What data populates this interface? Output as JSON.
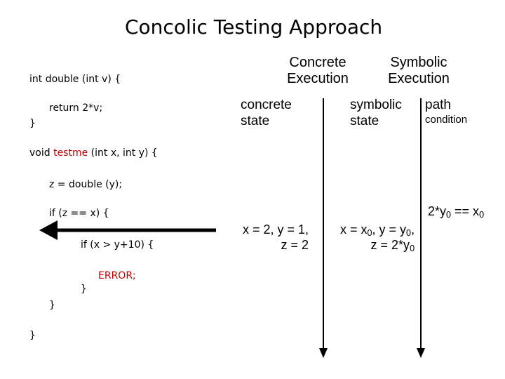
{
  "slide": {
    "title": "Concolic Testing Approach"
  },
  "code": {
    "double_sig": "int double (int v) {",
    "double_body": "return 2*v;",
    "double_close": "}",
    "testme_prefix": "void ",
    "testme_name": "testme",
    "testme_suffix": " (int x, int y) {",
    "assign": "z = double (y);",
    "if1": "if (z == x) {",
    "if2": "if (x > y+10) {",
    "error": "ERROR;",
    "close1": "}",
    "close2": "}",
    "close3": "}"
  },
  "headers": {
    "concrete_line1": "Concrete",
    "concrete_line2": "Execution",
    "symbolic_line1": "Symbolic",
    "symbolic_line2": "Execution"
  },
  "columns": {
    "concrete_line1": "concrete",
    "concrete_line2": "state",
    "symbolic_line1": "symbolic",
    "symbolic_line2": "state",
    "path_line1": "path",
    "path_line2": "condition"
  },
  "values": {
    "concrete_line1": "x = 2, y = 1,",
    "concrete_line2": "z = 2",
    "symbolic_line1_a": "x = x",
    "symbolic_line1_sub1": "0",
    "symbolic_line1_b": ", y = y",
    "symbolic_line1_sub2": "0",
    "symbolic_line1_c": ",",
    "symbolic_line2_a": "z = 2*y",
    "symbolic_line2_sub": "0",
    "path_a": "2*y",
    "path_sub1": "0",
    "path_b": " == x",
    "path_sub2": "0"
  },
  "colors": {
    "keyword_red": "#c00000",
    "text": "#000000"
  }
}
